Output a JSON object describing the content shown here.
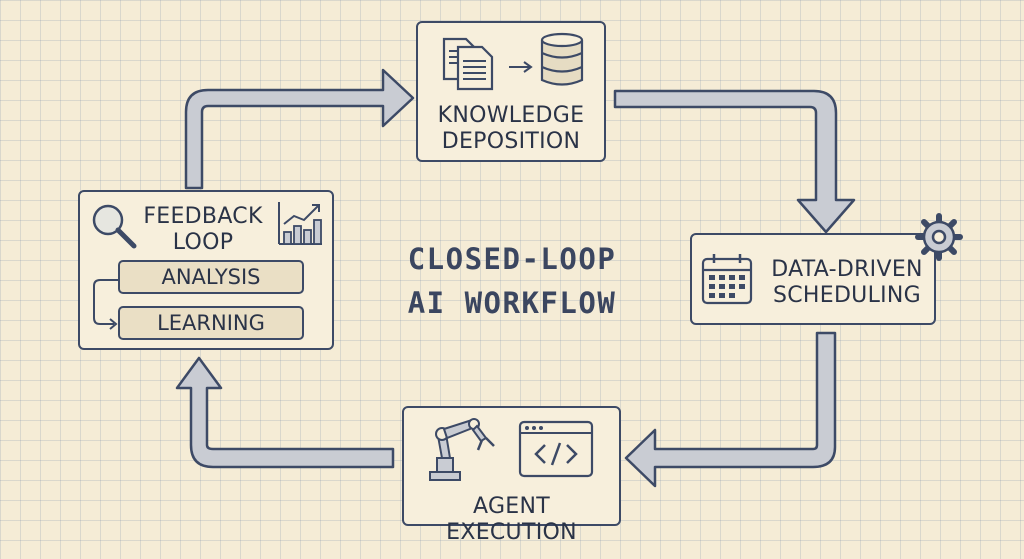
{
  "diagram": {
    "title_line1": "CLOSED-LOOP",
    "title_line2": "AI WORKFLOW"
  },
  "knowledge": {
    "line1": "KNOWLEDGE",
    "line2": "DEPOSITION",
    "icons": [
      "documents-icon",
      "arrow-right-icon",
      "database-icon"
    ]
  },
  "scheduling": {
    "line1": "DATA-DRIVEN",
    "line2": "SCHEDULING",
    "icons": [
      "calendar-icon",
      "gear-icon"
    ]
  },
  "execution": {
    "label": "AGENT EXECUTION",
    "icons": [
      "robot-arm-icon",
      "code-window-icon"
    ]
  },
  "feedback": {
    "line1": "FEEDBACK",
    "line2": "LOOP",
    "items": [
      "ANALYSIS",
      "LEARNING"
    ],
    "icons": [
      "magnifier-icon",
      "bar-chart-icon"
    ]
  },
  "colors": {
    "ink": "#3d4a66",
    "arrow_fill": "#c9ccd3",
    "paper": "#f5ecd6",
    "grid": "#8c9cb4"
  }
}
